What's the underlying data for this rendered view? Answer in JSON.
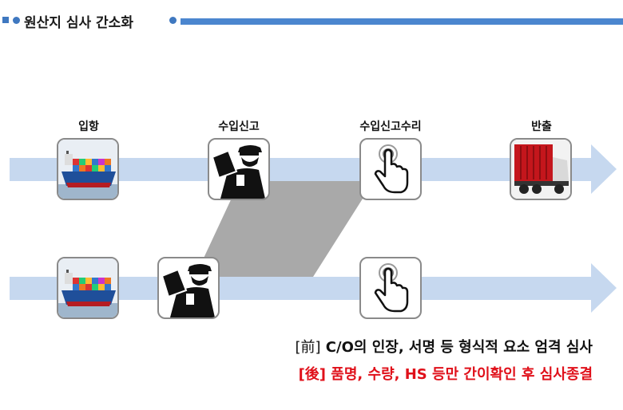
{
  "header": {
    "title": "원산지 심사 간소화",
    "accent_color": "#4b86cf"
  },
  "stages": [
    {
      "label": "입항",
      "icon": "cargo-ship-icon"
    },
    {
      "label": "수입신고",
      "icon": "customs-officer-icon"
    },
    {
      "label": "수입신고수리",
      "icon": "touch-hand-icon"
    },
    {
      "label": "반출",
      "icon": "container-truck-icon"
    }
  ],
  "notes": {
    "before_tag": "[前]",
    "before_text": " C/O의 인장, 서명 등 형식적 요소 엄격 심사",
    "after_tag": "[後]",
    "after_text": " 품명, 수량, HS 등만 간이확인 후 심사종결",
    "after_color": "#e0101a"
  }
}
